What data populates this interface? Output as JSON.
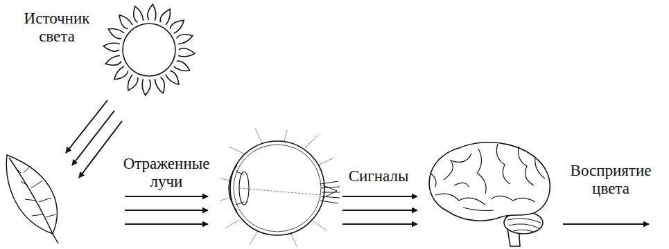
{
  "diagram": {
    "labels": [
      "Источник света",
      "Отраженные лучи",
      "Сигналы",
      "Восприятие цвета"
    ]
  }
}
